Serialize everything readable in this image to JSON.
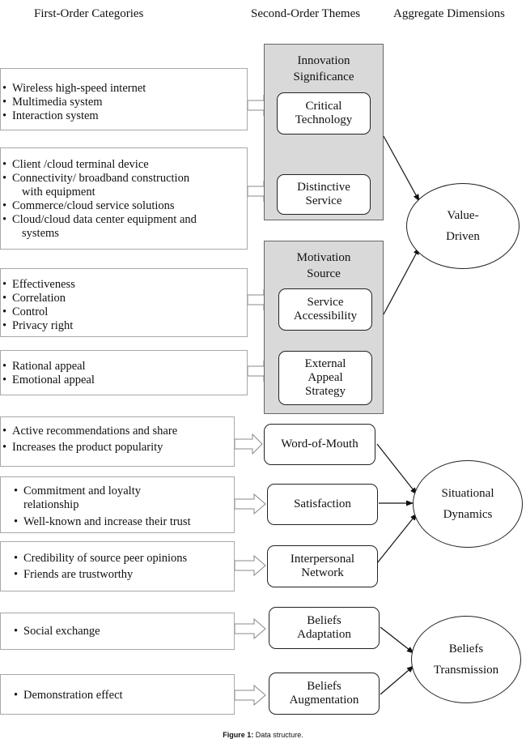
{
  "headers": {
    "first_order": "First-Order Categories",
    "second_order": "Second-Order Themes",
    "aggregate": "Aggregate Dimensions"
  },
  "categories": [
    {
      "items": [
        "Wireless high-speed internet",
        "Multimedia system",
        "Interaction system"
      ]
    },
    {
      "items": [
        "Client /cloud terminal device",
        "Connectivity/ broadband construction",
        "with equipment",
        "Commerce/cloud service solutions",
        "Cloud/cloud data center equipment and",
        "systems"
      ]
    },
    {
      "items": [
        "Effectiveness",
        "Correlation",
        "Control",
        "Privacy right"
      ]
    },
    {
      "items": [
        "Rational appeal",
        "Emotional appeal"
      ]
    },
    {
      "items": [
        "Active recommendations and share",
        "Increases the product popularity"
      ]
    },
    {
      "items": [
        "Commitment and loyalty",
        "relationship",
        "Well-known and increase their trust"
      ]
    },
    {
      "items": [
        "Credibility of source peer opinions",
        "Friends are trustworthy"
      ]
    },
    {
      "items": [
        "Social exchange"
      ]
    },
    {
      "items": [
        "Demonstration effect"
      ]
    }
  ],
  "groups": {
    "innovation": "Innovation\nSignificance",
    "motivation": "Motivation\nSource"
  },
  "themes": {
    "critical_technology": "Critical\nTechnology",
    "distinctive_service": "Distinctive\nService",
    "service_accessibility": "Service\nAccessibility",
    "external_appeal": "External\nAppeal\nStrategy",
    "word_of_mouth": "Word-of-Mouth",
    "satisfaction": "Satisfaction",
    "interpersonal_network": "Interpersonal\nNetwork",
    "beliefs_adaptation": "Beliefs\nAdaptation",
    "beliefs_augmentation": "Beliefs\nAugmentation"
  },
  "dimensions": {
    "value_driven": "Value-\nDriven",
    "situational": "Situational\nDynamics",
    "beliefs_transmission": "Beliefs\nTransmission"
  },
  "caption": {
    "label": "Figure 1:",
    "text": "Data structure."
  }
}
